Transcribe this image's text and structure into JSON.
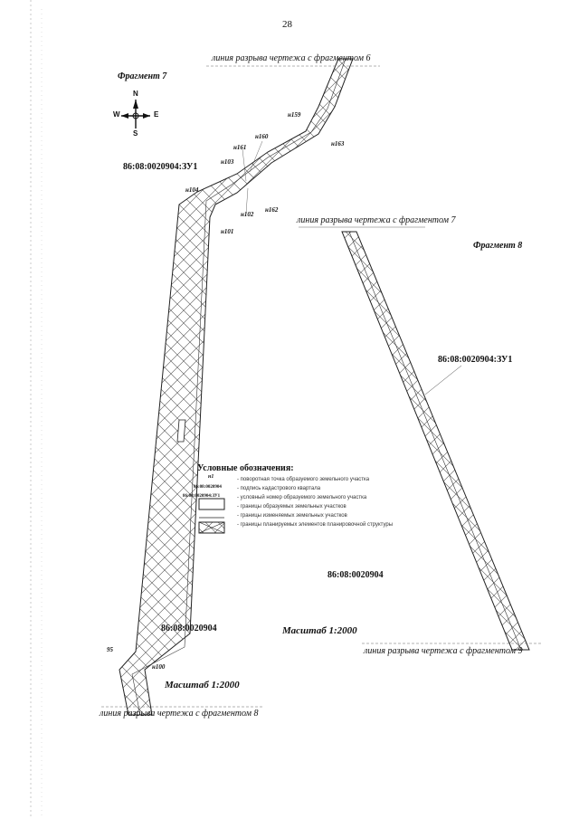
{
  "page_number": "28",
  "fragments": {
    "fragment7": "Фрагмент 7",
    "fragment8": "Фрагмент 8"
  },
  "break_lines": {
    "top6": "линия разрыва чертежа с фрагментом 6",
    "mid7": "линия разрыва чертежа с фрагментом 7",
    "bottom9": "линия разрыва чертежа с фрагментом 9",
    "bottom8": "линия разрыва чертежа с фрагментом 8"
  },
  "compass": {
    "n": "N",
    "s": "S",
    "e": "E",
    "w": "W"
  },
  "parcel_labels": {
    "zu_left": "86:08:0020904:ЗУ1",
    "zu_right": "86:08:0020904:ЗУ1",
    "quarter_center": "86:08:0020904",
    "quarter_left": "86:08:0020904"
  },
  "points": {
    "n159": "н159",
    "n160": "н160",
    "n161": "н161",
    "n163": "н163",
    "n103": "н103",
    "n104": "н104",
    "n102": "н102",
    "n162": "н162",
    "n101": "н101",
    "n100": "н100",
    "p95": "95"
  },
  "scales": {
    "center": "Масштаб 1:2000",
    "bottom": "Масштаб 1:2000"
  },
  "legend": {
    "title": "Условные обозначения:",
    "sym1_top": "н1",
    "sym2": "86:08:0020904",
    "sym3": "86:08:0020904:ЗУ1",
    "items": [
      "- поворотная точка образуемого земельного участка",
      "- подпись кадастрового квартала",
      "- условный номер образуемого земельного участка",
      "- границы образуемых земельных участков",
      "- границы изменяемых земельных участков",
      "- границы планируемых элементов планировочной структуры"
    ]
  },
  "colors": {
    "ink": "#111111",
    "hatch": "#444444"
  }
}
